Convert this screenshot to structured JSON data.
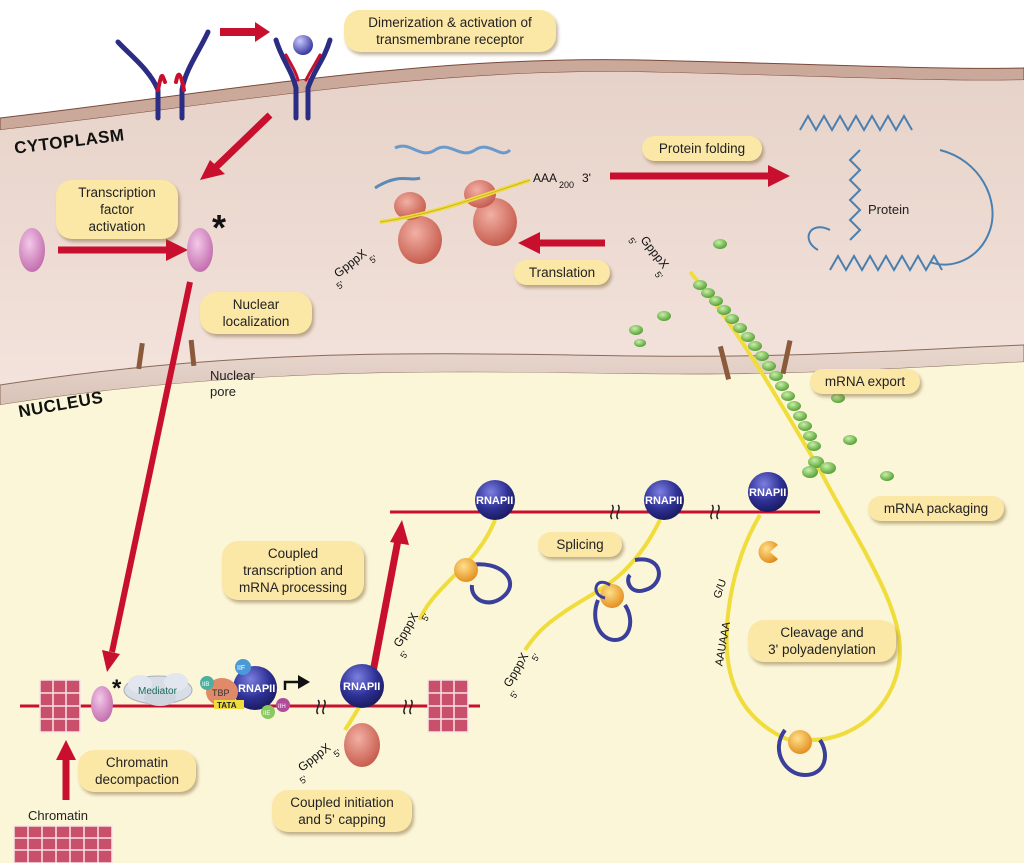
{
  "regions": {
    "cytoplasm": "CYTOPLASM",
    "nucleus": "NUCLEUS"
  },
  "labels": {
    "dimerization": "Dimerization & activation of\ntransmembrane receptor",
    "transcription_factor_activation": "Transcription\nfactor\nactivation",
    "nuclear_localization": "Nuclear\nlocalization",
    "protein_folding": "Protein folding",
    "translation": "Translation",
    "mrna_export": "mRNA export",
    "mrna_packaging": "mRNA packaging",
    "splicing": "Splicing",
    "coupled_transcription": "Coupled\ntranscription and\nmRNA processing",
    "cleavage": "Cleavage and\n3' polyadenylation",
    "chromatin_decompaction": "Chromatin\ndecompaction",
    "coupled_initiation": "Coupled initiation\nand 5' capping"
  },
  "plain_text": {
    "nuclear_pore": "Nuclear\npore",
    "protein": "Protein",
    "chromatin": "Chromatin"
  },
  "molecule_text": {
    "rnapii": "RNAPII",
    "mediator": "Mediator",
    "tbp": "TBP",
    "tata": "TATA",
    "tfii": "IIF",
    "tfiie": "IIE",
    "tfiib": "IIB",
    "tfiih": "IIH",
    "cap": "GpppX",
    "five_prime": "5'",
    "poly_a": "AAA",
    "poly_a_len": "200",
    "three_prime": "3'",
    "aauaaa": "AAUAAA",
    "gu": "G/U",
    "asterisk": "*"
  },
  "colors": {
    "cytoplasm_bg": "#ecdcd4",
    "nucleus_bg": "#fbf6d6",
    "arrow_red": "#c8102e",
    "mrna_yellow": "#f0dc3a",
    "rnapii_blue": "#2a2c8c",
    "ribosome": "#d9786a",
    "exon_blue": "#3a3f9a",
    "green_protein": "#7bbf4a",
    "pink_tf": "#d98cc4"
  }
}
